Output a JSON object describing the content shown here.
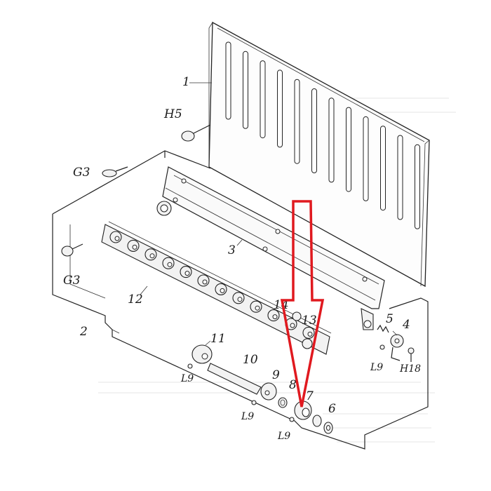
{
  "diagram": {
    "labels": {
      "p1": "1",
      "p2": "2",
      "p3": "3",
      "p4": "4",
      "p5": "5",
      "p6": "6",
      "p7": "7",
      "p8": "8",
      "p9": "9",
      "p10": "10",
      "p11": "11",
      "p12": "12",
      "p13": "13",
      "p14": "14",
      "h5": "H5",
      "h18": "H18",
      "g3_top": "G3",
      "g3_left": "G3",
      "l9_a": "L9",
      "l9_b": "L9",
      "l9_c": "L9",
      "l9_d": "L9"
    },
    "arrow_color": "#e0191f"
  }
}
